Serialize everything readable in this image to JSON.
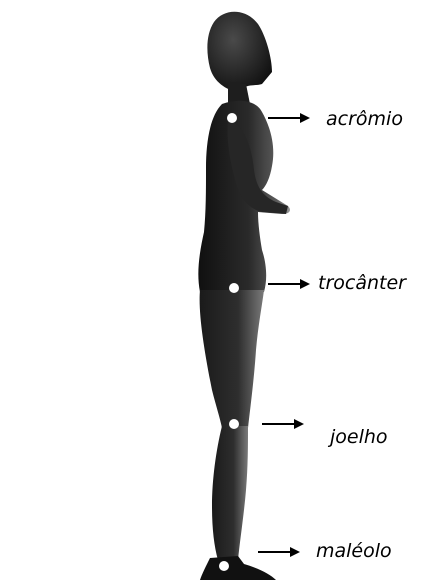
{
  "figure": {
    "subject": "standing-human-figure-side-view",
    "colors": {
      "figure_dark": "#1a1a1a",
      "figure_mid": "#3d3d3d",
      "figure_light": "#8a8a8a",
      "marker": "#ffffff",
      "text": "#000000",
      "background": "#ffffff"
    }
  },
  "landmarks": [
    {
      "id": "acromion",
      "label": "acrômio"
    },
    {
      "id": "trochanter",
      "label": "trocânter"
    },
    {
      "id": "knee",
      "label": "joelho"
    },
    {
      "id": "malleolus",
      "label": "maléolo"
    }
  ]
}
